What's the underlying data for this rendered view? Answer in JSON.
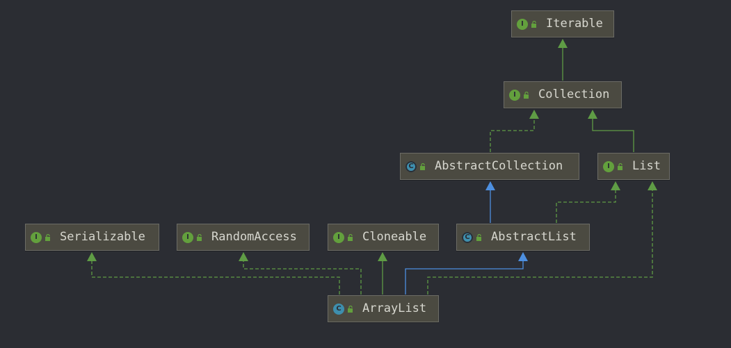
{
  "nodes": {
    "iterable": {
      "label": "Iterable",
      "kind": "interface",
      "badge": "I"
    },
    "collection": {
      "label": "Collection",
      "kind": "interface",
      "badge": "I"
    },
    "abstract_collection": {
      "label": "AbstractCollection",
      "kind": "abstract",
      "badge": "C"
    },
    "list": {
      "label": "List",
      "kind": "interface",
      "badge": "I"
    },
    "serializable": {
      "label": "Serializable",
      "kind": "interface",
      "badge": "I"
    },
    "random_access": {
      "label": "RandomAccess",
      "kind": "interface",
      "badge": "I"
    },
    "cloneable": {
      "label": "Cloneable",
      "kind": "interface",
      "badge": "I"
    },
    "abstract_list": {
      "label": "AbstractList",
      "kind": "abstract",
      "badge": "C"
    },
    "array_list": {
      "label": "ArrayList",
      "kind": "class",
      "badge": "C"
    }
  },
  "icons": {
    "interface": "interface-icon",
    "class": "class-icon",
    "abstract": "abstract-class-icon",
    "access": "public-lock-icon"
  },
  "colors": {
    "background": "#2b2d33",
    "node_fill": "#4b4a41",
    "node_border": "#6c6c66",
    "node_text": "#d7d7cf",
    "implements_edge": "#5f9c45",
    "extends_edge": "#4d8fe0",
    "interface_badge": "#63a03d",
    "class_badge": "#3e8fae"
  },
  "edges": [
    {
      "from": "collection",
      "to": "iterable",
      "type": "extends"
    },
    {
      "from": "abstract_collection",
      "to": "collection",
      "type": "implements"
    },
    {
      "from": "list",
      "to": "collection",
      "type": "extends"
    },
    {
      "from": "abstract_list",
      "to": "abstract_collection",
      "type": "extends_class"
    },
    {
      "from": "abstract_list",
      "to": "list",
      "type": "implements"
    },
    {
      "from": "array_list",
      "to": "serializable",
      "type": "implements"
    },
    {
      "from": "array_list",
      "to": "random_access",
      "type": "implements"
    },
    {
      "from": "array_list",
      "to": "cloneable",
      "type": "implements"
    },
    {
      "from": "array_list",
      "to": "abstract_list",
      "type": "extends_class"
    },
    {
      "from": "array_list",
      "to": "list",
      "type": "implements"
    }
  ]
}
